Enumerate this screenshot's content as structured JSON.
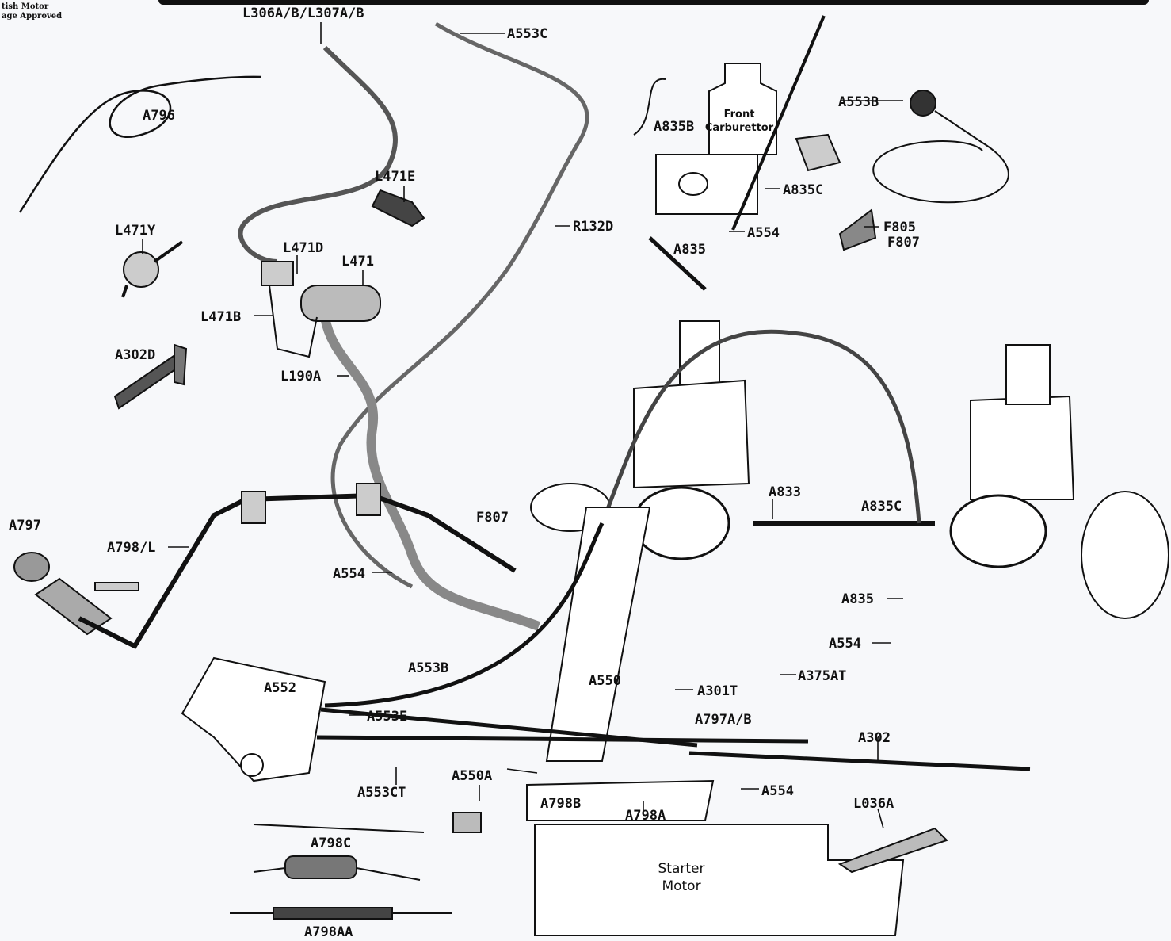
{
  "brand": {
    "line1": "tish Motor",
    "line2": "age Approved"
  },
  "labels": {
    "L306": "L306A/B/L307A/B",
    "A553C": "A553C",
    "A796": "A796",
    "L471E": "L471E",
    "L471Y": "L471Y",
    "L471D": "L471D",
    "L471": "L471",
    "L471B": "L471B",
    "A302D": "A302D",
    "L190A": "L190A",
    "R132D": "R132D",
    "A835B": "A835B",
    "A553B_top": "A553B",
    "A835C_top": "A835C",
    "A554_top": "A554",
    "A835_top": "A835",
    "F805": "F805",
    "F807_top": "F807",
    "A797": "A797",
    "A798L": "A798/L",
    "A554_mid": "A554",
    "F807_mid": "F807",
    "A833": "A833",
    "A835C_mid": "A835C",
    "A835_mid": "A835",
    "A554_right": "A554",
    "A553B_low": "A553B",
    "A552": "A552",
    "A550": "A550",
    "A301T": "A301T",
    "A375AT": "A375AT",
    "A553E": "A553E",
    "A797AB": "A797A/B",
    "A302": "A302",
    "A553CT": "A553CT",
    "A550A": "A550A",
    "A554_low": "A554",
    "A798B": "A798B",
    "A798A": "A798A",
    "L036A": "L036A",
    "A798C": "A798C",
    "A798AA": "A798AA"
  },
  "boxes": {
    "front_carb_line1": "Front",
    "front_carb_line2": "Carburettor",
    "starter_line1": "Starter",
    "starter_line2": "Motor"
  },
  "colors": {
    "ink": "#111111",
    "metal": "#8c8c8c",
    "paper": "#f7f8fa"
  }
}
